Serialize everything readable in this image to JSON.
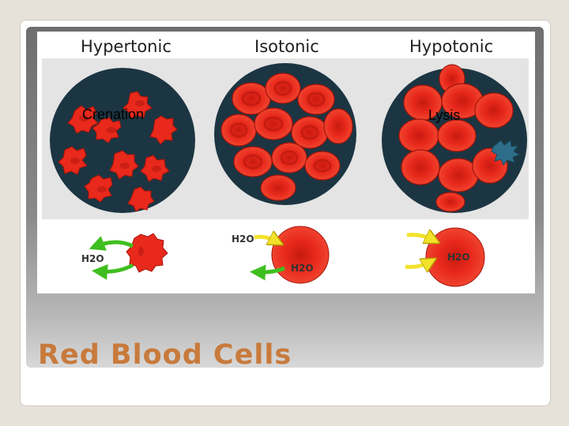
{
  "panels": [
    {
      "heading": "Hypertonic",
      "callout": "Crenation",
      "molecule": "H2O"
    },
    {
      "heading": "Isotonic",
      "callout": "",
      "molecule": "H2O"
    },
    {
      "heading": "Hypotonic",
      "callout": "Lysis",
      "molecule": "H2O"
    }
  ],
  "slide": {
    "title": "Red Blood Cells"
  },
  "colors": {
    "cell_red": "#e8291c",
    "cell_dark": "#b5170f",
    "dish": "#1c3542",
    "arrow_out": "#3fbf1f",
    "arrow_in": "#f2e22a",
    "title": "#c87a3c"
  }
}
